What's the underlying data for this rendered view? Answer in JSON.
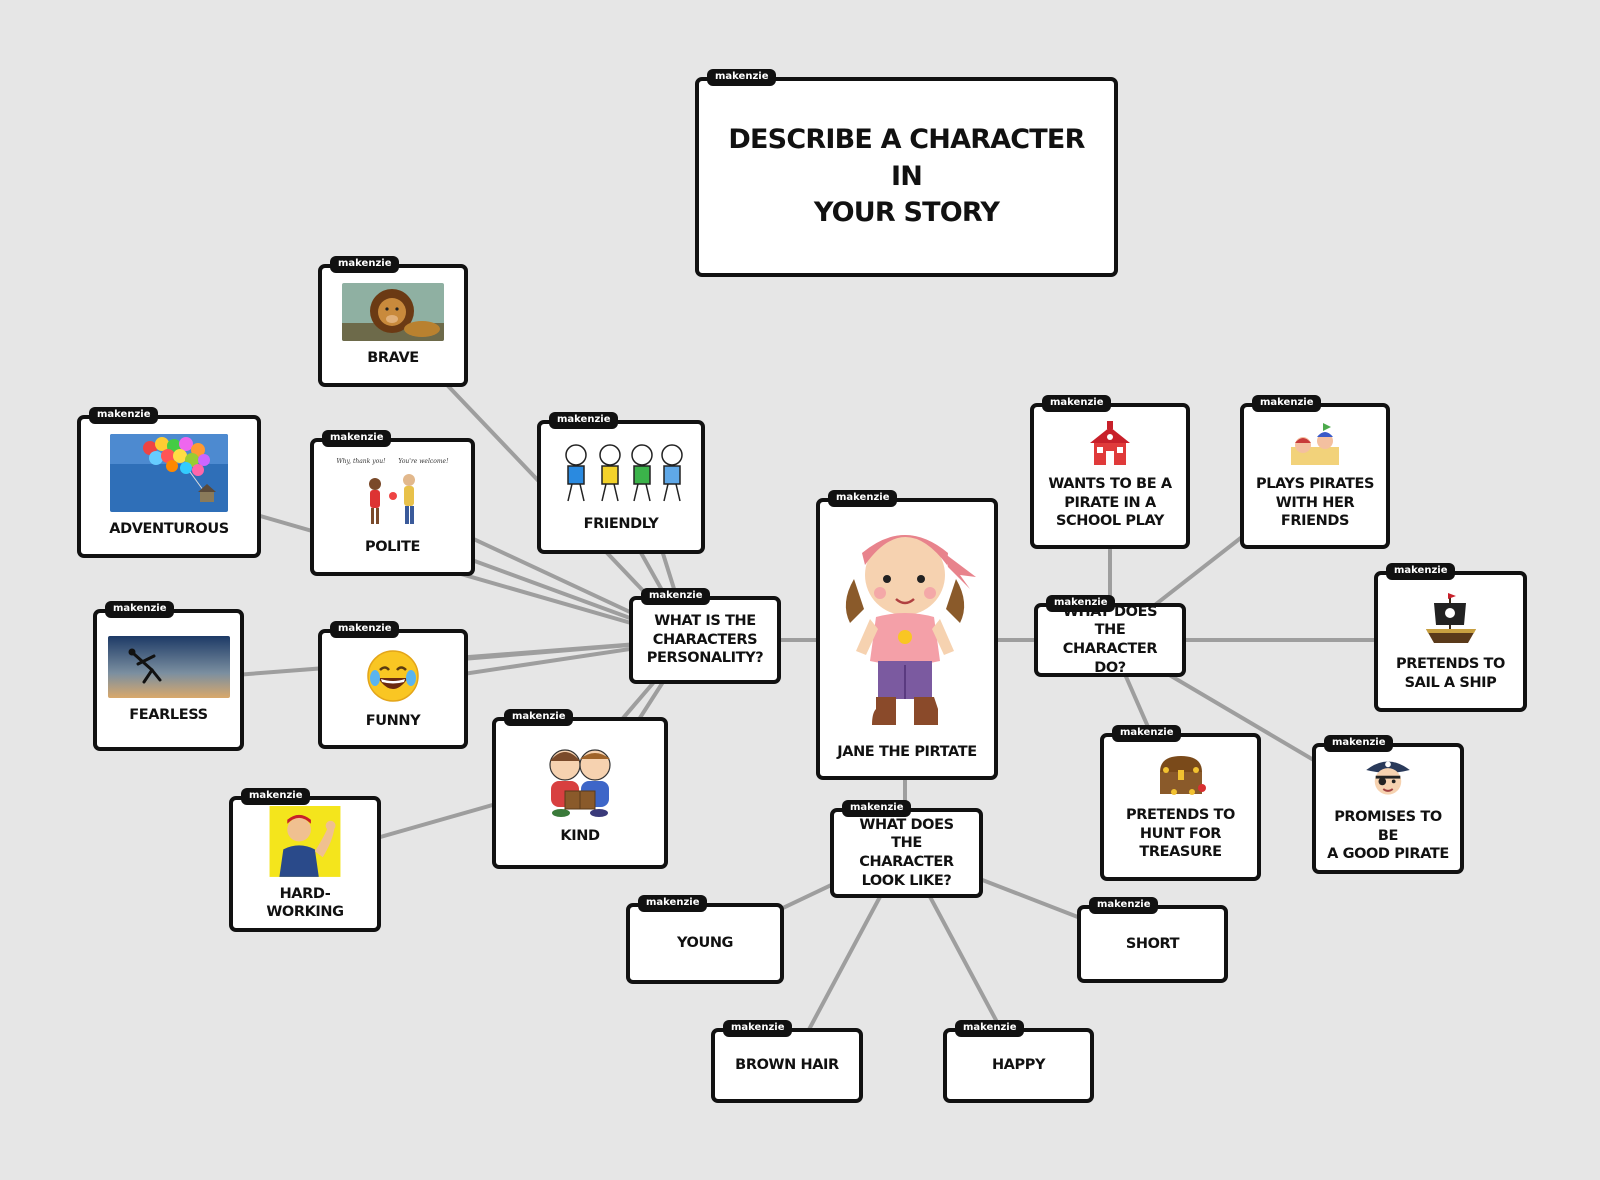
{
  "owner": "makenzie",
  "title": "DESCRIBE A CHARACTER IN\nYOUR STORY",
  "center": "JANE THE PIRTATE",
  "hubs": {
    "personality": "WHAT IS THE\nCHARACTERS\nPERSONALITY?",
    "actions": "WHAT DOES THE\nCHARACTER DO?",
    "looks": "WHAT DOES THE\nCHARACTER\nLOOK LIKE?"
  },
  "personality": {
    "brave": "BRAVE",
    "adventurous": "ADVENTUROUS",
    "polite": "POLITE",
    "friendly": "FRIENDLY",
    "fearless": "FEARLESS",
    "funny": "FUNNY",
    "kind": "KIND",
    "hardworking": "HARD-WORKING"
  },
  "polite_image_text": {
    "left": "Why, thank you!",
    "right": "You're welcome!"
  },
  "actions": {
    "school_play": "WANTS TO BE A\nPIRATE IN A\nSCHOOL PLAY",
    "plays_pirates": "PLAYS PIRATES\nWITH HER\nFRIENDS",
    "sail_ship": "PRETENDS TO\nSAIL A SHIP",
    "treasure": "PRETENDS TO\nHUNT FOR\nTREASURE",
    "good_pirate": "PROMISES TO BE\nA GOOD PIRATE"
  },
  "looks": {
    "young": "YOUNG",
    "short": "SHORT",
    "brown_hair": "BROWN HAIR",
    "happy": "HAPPY"
  },
  "colors": {
    "background": "#e6e6e6",
    "card_border": "#111111",
    "connector": "#9e9e9e",
    "tag": "#111111"
  },
  "icons": {
    "brave": "lion-photo",
    "adventurous": "balloon-house-photo",
    "polite": "thank-you-kids",
    "friendly": "four-kids-drawing",
    "fearless": "skydiver-photo",
    "funny": "laughing-emoji",
    "kind": "kids-reading",
    "hardworking": "rosie-riveter",
    "center": "pirate-girl",
    "school_play": "schoolhouse",
    "plays_pirates": "kids-playing-pirates",
    "sail_ship": "pirate-ship",
    "treasure": "treasure-chest",
    "good_pirate": "pirate-boy"
  }
}
